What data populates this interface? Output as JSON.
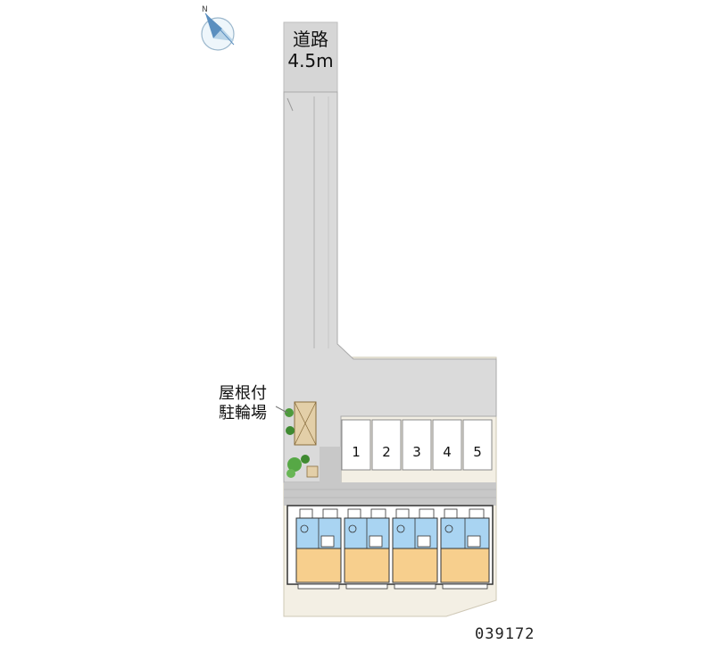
{
  "compass": {
    "icon": "north-arrow-icon",
    "north_label": "N"
  },
  "road": {
    "name": "道路",
    "width": "4.5m"
  },
  "bicycle_parking": {
    "line1": "屋根付",
    "line2": "駐輪場"
  },
  "parking_spaces": [
    "1",
    "2",
    "3",
    "4",
    "5"
  ],
  "property_id": "039172",
  "colors": {
    "paved_area": "#d9d9d9",
    "sidewalk": "#c8c8c8",
    "parking_outline": "#888888",
    "room_blue": "#a9d4f2",
    "room_orange": "#f7cf8d",
    "room_outline": "#333333",
    "greenery": "#4e9a3c",
    "bike_parking": "#e3cfa8",
    "lot_background": "#f3efe4"
  }
}
